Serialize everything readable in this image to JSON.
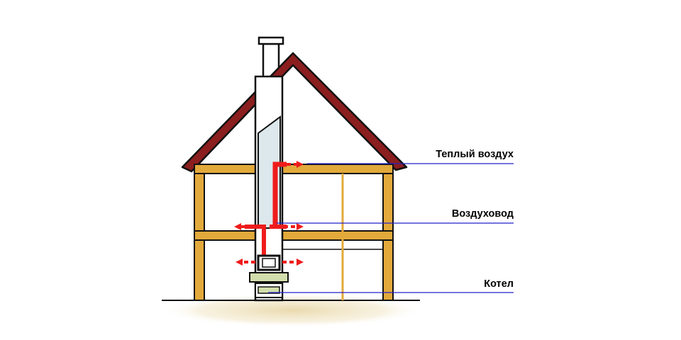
{
  "labels": {
    "warm_air": "Теплый воздух",
    "air_duct": "Воздуховод",
    "boiler": "Котел"
  },
  "colors": {
    "roof": "#8b1e1e",
    "frame": "#e2a93b",
    "outline": "#111111",
    "duct": "#ee1c1c",
    "chimney_glass": "#dde8ec",
    "boiler_green": "#d2deac",
    "callout_line": "#2222cc",
    "ground": "#e9d8aa"
  }
}
